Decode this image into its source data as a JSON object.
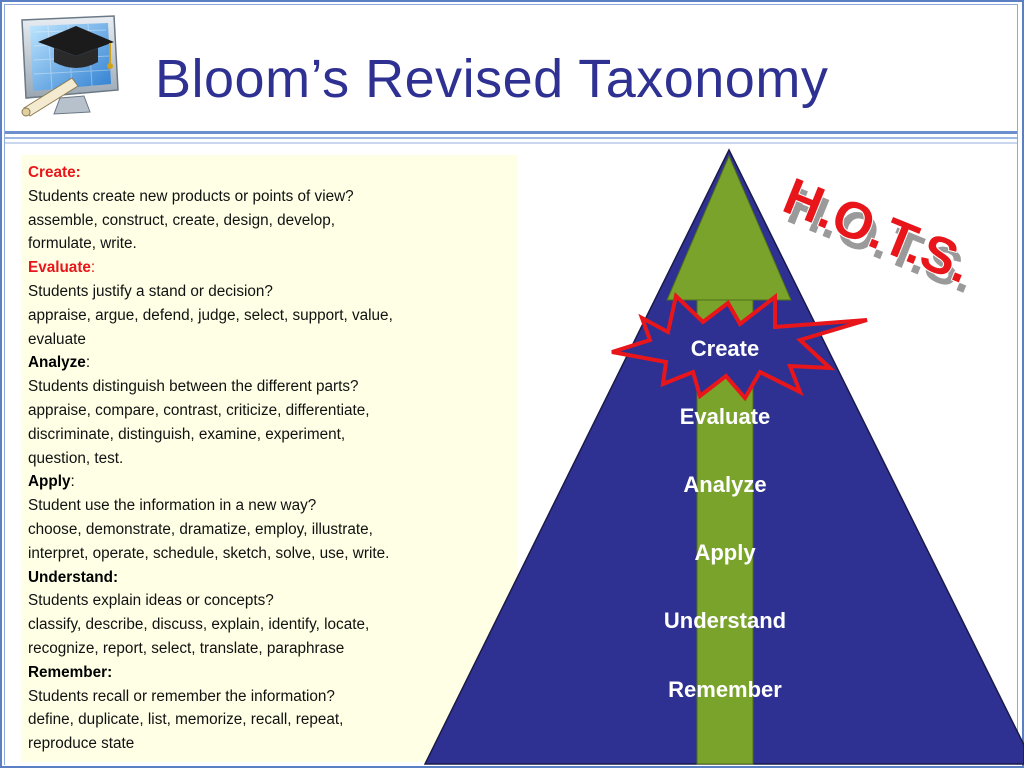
{
  "title": "Bloom’s Revised Taxonomy",
  "hots_label": "H.O.T.S.",
  "colors": {
    "title": "#2e3192",
    "pyramid": "#2e3192",
    "arrow": "#7aa32b",
    "accent_red": "#e8161b",
    "text_box": "#ffffe6"
  },
  "logo": {
    "icon": "monitor-graduation-cap-icon"
  },
  "levels": [
    "Create",
    "Evaluate",
    "Analyze",
    "Apply",
    "Understand",
    "Remember"
  ],
  "text_lines": [
    "Students create new products or points of view?",
    "assemble, construct, create, design, develop,",
    "formulate, write.",
    "Students justify a stand or decision?",
    "appraise, argue, defend, judge, select, support, value,",
    "evaluate",
    "Students distinguish between the different parts?",
    "appraise, compare, contrast, criticize, differentiate,",
    "discriminate, distinguish, examine, experiment,",
    "question, test.",
    "Student use the information in a new way?",
    "choose, demonstrate, dramatize, employ, illustrate,",
    "interpret, operate, schedule, sketch, solve, use, write.",
    "Students explain ideas or concepts?",
    "classify, describe, discuss, explain, identify, locate,",
    "recognize, report, select, translate, paraphrase",
    "Students recall or remember the information?",
    "define, duplicate, list, memorize, recall, repeat,",
    "reproduce state"
  ],
  "headings": {
    "create": "Create:",
    "evaluate": "Evaluate",
    "analyze": "Analyze",
    "apply": "Apply",
    "understand": "Understand:",
    "remember": "Remember:"
  }
}
